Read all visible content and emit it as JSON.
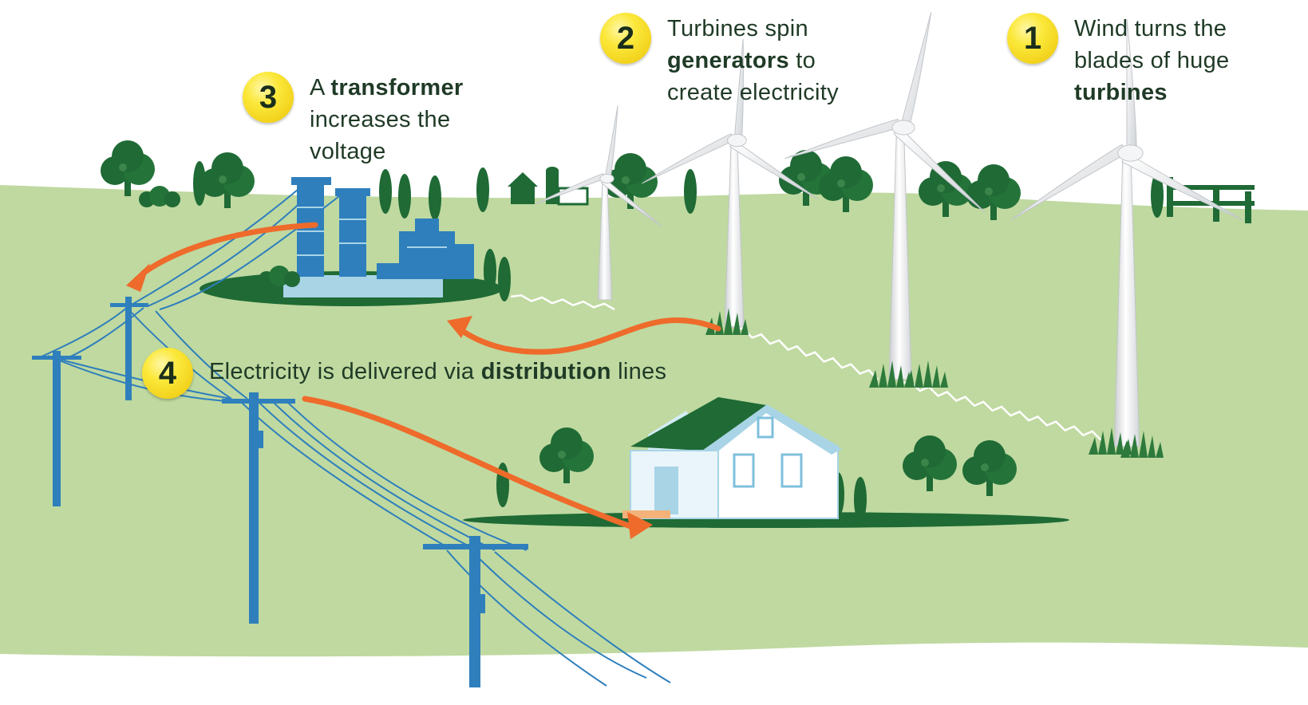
{
  "steps": [
    {
      "number": "1",
      "line1": "Wind turns the",
      "line2": "blades of huge",
      "bold": "turbines"
    },
    {
      "number": "2",
      "pre": "Turbines spin",
      "bold": "generators",
      "post": " to",
      "line3": "create electricity"
    },
    {
      "number": "3",
      "pre": "A ",
      "bold": "transformer",
      "line2": "increases the",
      "line3": "voltage"
    },
    {
      "number": "4",
      "pre": "Electricity is delivered via ",
      "bold": "distribution",
      "post": " lines"
    }
  ],
  "colors": {
    "ground": "#bfd9a0",
    "trees": "#1f6a35",
    "poles": "#2e7fbc",
    "arrow": "#ee6b2b",
    "badge": "#f2d21c",
    "text": "#1f3a26"
  },
  "icons": [
    "wind-turbine-icon",
    "transformer-substation-icon",
    "utility-pole-icon",
    "house-icon",
    "tree-icon",
    "barn-icon",
    "fence-icon"
  ]
}
